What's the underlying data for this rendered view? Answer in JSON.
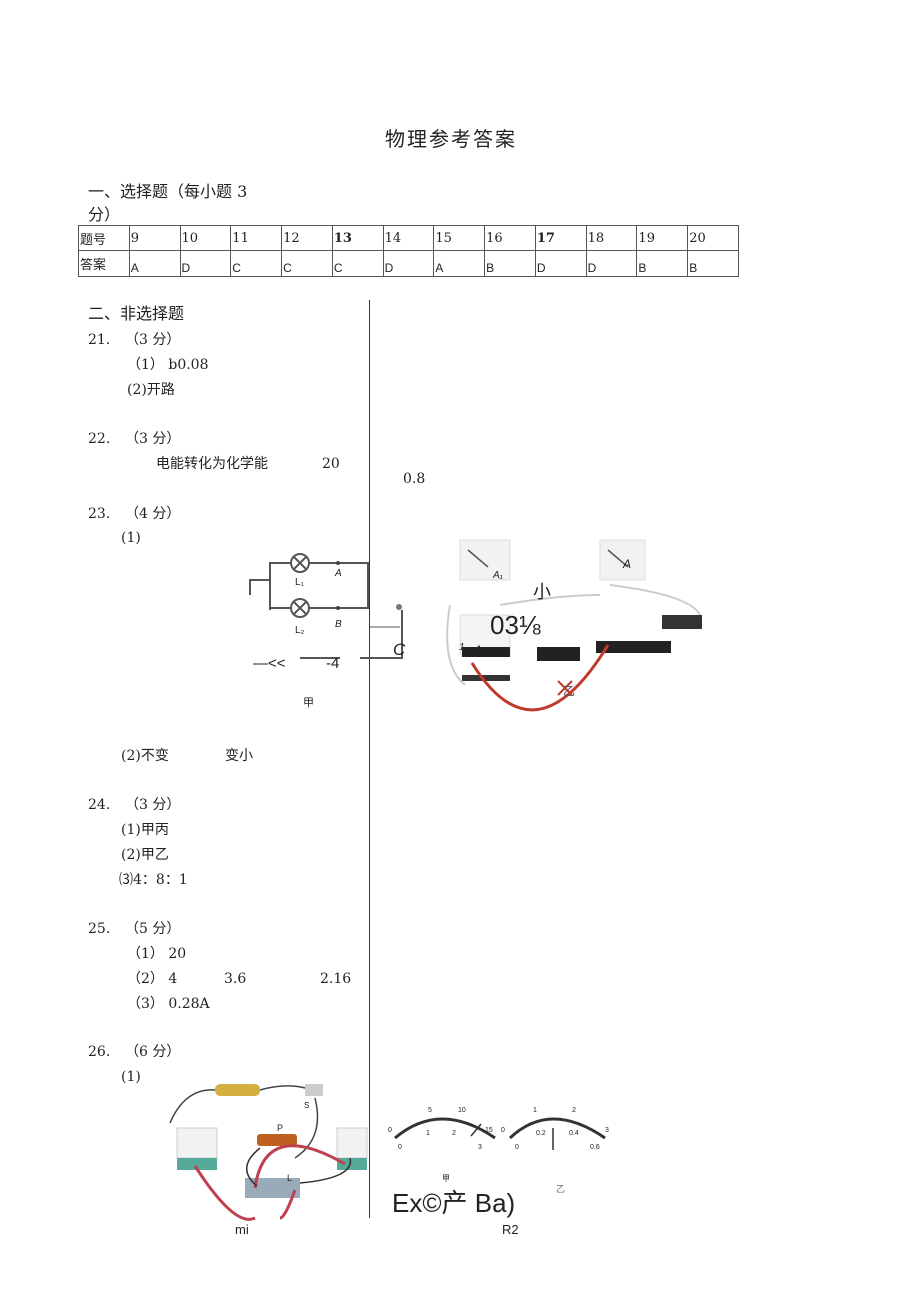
{
  "title": "物理参考答案",
  "section1": {
    "heading_line1": "一、选择题（每小题 3",
    "heading_line2": "分）",
    "table": {
      "row_headers": [
        "题号",
        "答案"
      ],
      "numbers": [
        "9",
        "10",
        "11",
        "12",
        "13",
        "14",
        "15",
        "16",
        "17",
        "18",
        "19",
        "20"
      ],
      "answers": [
        "A",
        "D",
        "C",
        "C",
        "C",
        "D",
        "A",
        "B",
        "D",
        "D",
        "B",
        "B"
      ]
    }
  },
  "section2": {
    "heading": "二、非选择题",
    "q21": {
      "label": "21.",
      "score": "（3 分）",
      "a1": "（1） b0.08",
      "a2": "(2)开路"
    },
    "q22": {
      "label": "22.",
      "score": "（3 分）",
      "a1": "电能转化为化学能",
      "a2": "20",
      "a3": "0.8"
    },
    "q23": {
      "label": "23.",
      "score": "（4 分）",
      "part1": "(1)",
      "fig_jia": {
        "L1": "L₁",
        "L2": "L₂",
        "A": "A",
        "B": "B",
        "C": "C",
        "mark1": "—<<",
        "mark2": "-4",
        "caption": "甲"
      },
      "fig_yi": {
        "meter_A1": "A₁",
        "meter_A": "A",
        "meter_A2": "A₂",
        "text_small": "小",
        "text_num": "03⅛",
        "mark1": "1",
        "label_yi": "乙"
      },
      "part2_a": "(2)不变",
      "part2_b": "变小"
    },
    "q24": {
      "label": "24.",
      "score": "（3 分）",
      "a1": "(1)甲丙",
      "a2": "(2)甲乙",
      "a3": "⑶4：8：1"
    },
    "q25": {
      "label": "25.",
      "score": "（5 分）",
      "a1": "（1） 20",
      "a2": "（2） 4",
      "a2b": "3.6",
      "a2c": "2.16",
      "a3": "（3） 0.28A"
    },
    "q26": {
      "label": "26.",
      "score": "（6 分）",
      "part1": "(1)",
      "fig_left": {
        "P": "P",
        "L": "L",
        "S": "S",
        "caption": "mi"
      },
      "fig_right": {
        "scale1_top": [
          "0",
          "5",
          "10",
          "15"
        ],
        "scale1_bottom": [
          "0",
          "1",
          "2",
          "3"
        ],
        "scale2_top": [
          "0",
          "1",
          "2",
          "3"
        ],
        "scale2_bottom": [
          "0",
          "0.2",
          "0.4",
          "0.6"
        ],
        "garbled": "Ex©产 Ba)",
        "caption_jia": "甲",
        "caption_yi": "乙",
        "caption": "R2"
      }
    }
  }
}
